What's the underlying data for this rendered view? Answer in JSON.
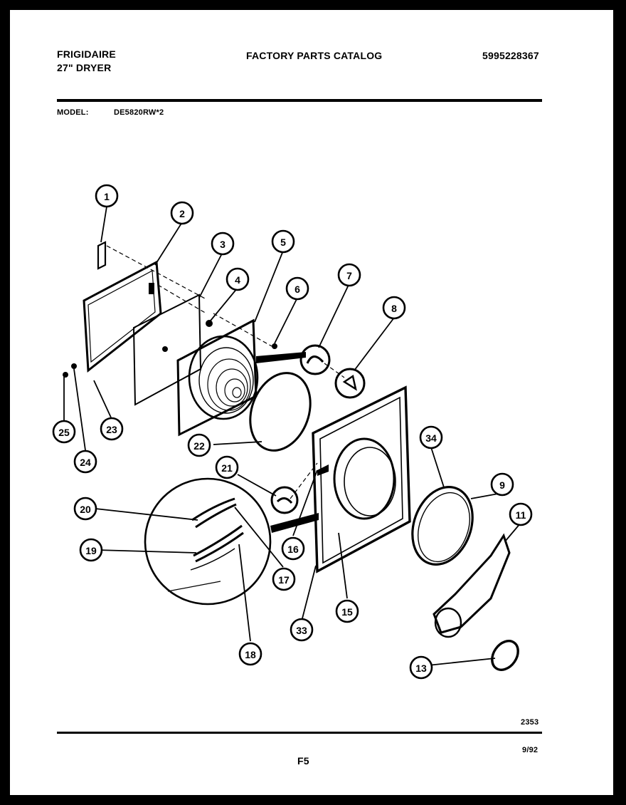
{
  "header": {
    "brand": "FRIGIDAIRE",
    "product": "27\" DRYER",
    "catalog_title": "FACTORY PARTS CATALOG",
    "catalog_number": "5995228367",
    "model_label": "MODEL:",
    "model_value": "DE5820RW*2"
  },
  "footer": {
    "drawing_number": "2353",
    "page_label": "F5",
    "date": "9/92"
  },
  "callouts": [
    "1",
    "2",
    "3",
    "4",
    "5",
    "6",
    "7",
    "8",
    "9",
    "11",
    "13",
    "15",
    "16",
    "17",
    "18",
    "19",
    "20",
    "21",
    "22",
    "23",
    "24",
    "25",
    "33",
    "34"
  ]
}
